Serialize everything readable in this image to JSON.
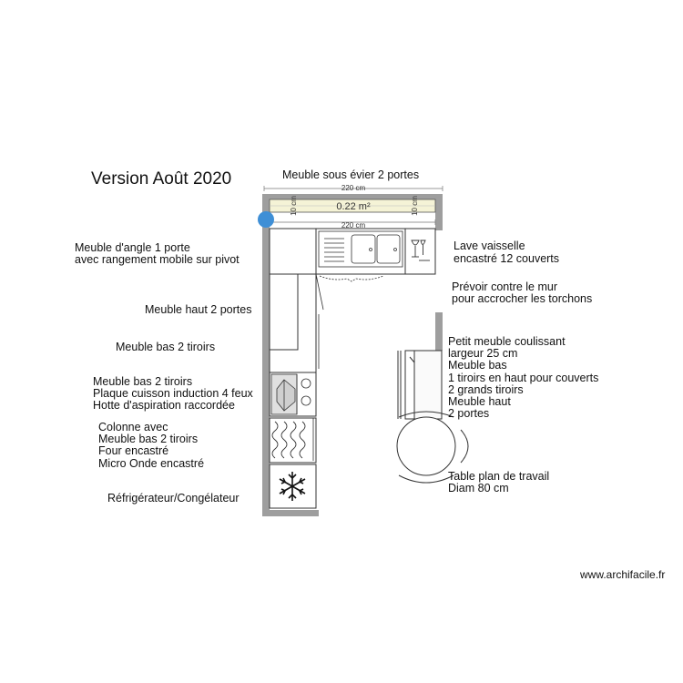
{
  "title": "Version Août 2020",
  "dimensions": {
    "top_outer": "220 cm",
    "top_inner": "220 cm",
    "left_thickness": "10 cm",
    "right_thickness": "10 cm",
    "area": "0.22 m²"
  },
  "labels": {
    "sink_cabinet": "Meuble sous évier 2 portes",
    "corner_cabinet_1": "Meuble d'angle 1 porte",
    "corner_cabinet_2": "avec rangement mobile sur pivot",
    "wall_cabinet": "Meuble haut 2 portes",
    "base_drawers": "Meuble bas 2 tiroirs",
    "cooktop_1": "Meuble bas 2 tiroirs",
    "cooktop_2": "Plaque cuisson induction 4 feux",
    "cooktop_3": "Hotte d'aspiration raccordée",
    "column_1": "Colonne avec",
    "column_2": "Meuble bas 2 tiroirs",
    "column_3": "Four encastré",
    "column_4": "Micro Onde encastré",
    "fridge": "Réfrigérateur/Congélateur",
    "dishwasher_1": "Lave vaisselle",
    "dishwasher_2": "encastré 12 couverts",
    "towels_1": "Prévoir contre le mur",
    "towels_2": "pour accrocher les torchons",
    "sliding_1": "Petit meuble coulissant",
    "sliding_2": "largeur 25 cm",
    "sliding_3": "Meuble bas",
    "sliding_4": "1 tiroirs en haut pour couverts",
    "sliding_5": "2 grands tiroirs",
    "sliding_6": "Meuble haut",
    "sliding_7": "2 portes",
    "table_1": "Table plan de travail",
    "table_2": "Diam 80 cm"
  },
  "credit": "www.archifacile.fr",
  "colors": {
    "wall": "#9e9e9e",
    "window": "#f5f3d6",
    "marker": "#3f8fd6",
    "outline": "#333333"
  }
}
